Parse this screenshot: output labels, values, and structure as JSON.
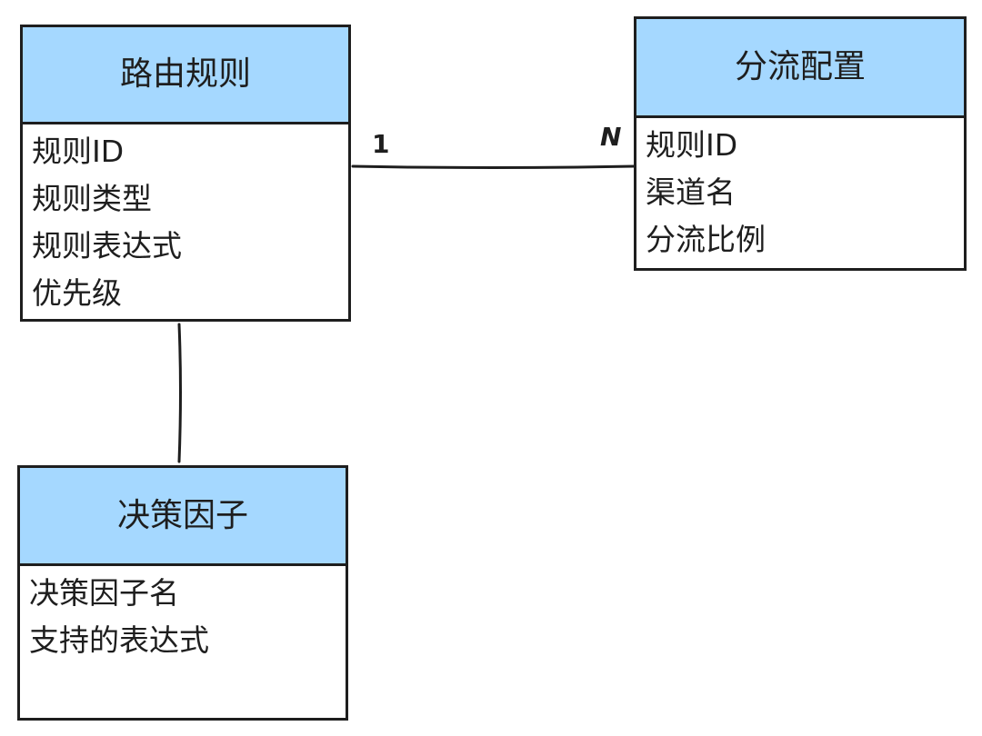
{
  "entities": {
    "routing_rule": {
      "title": "路由规则",
      "attributes": [
        "规则ID",
        "规则类型",
        "规则表达式",
        "优先级"
      ]
    },
    "split_config": {
      "title": "分流配置",
      "attributes": [
        "规则ID",
        "渠道名",
        "分流比例"
      ]
    },
    "decision_factor": {
      "title": "决策因子",
      "attributes": [
        "决策因子名",
        "支持的表达式"
      ]
    }
  },
  "relations": {
    "rule_to_split": {
      "from_multiplicity": "1",
      "to_multiplicity": "N"
    }
  },
  "colors": {
    "header_fill": "#a5d8ff",
    "stroke": "#1e1e1e",
    "body_fill": "#ffffff"
  }
}
